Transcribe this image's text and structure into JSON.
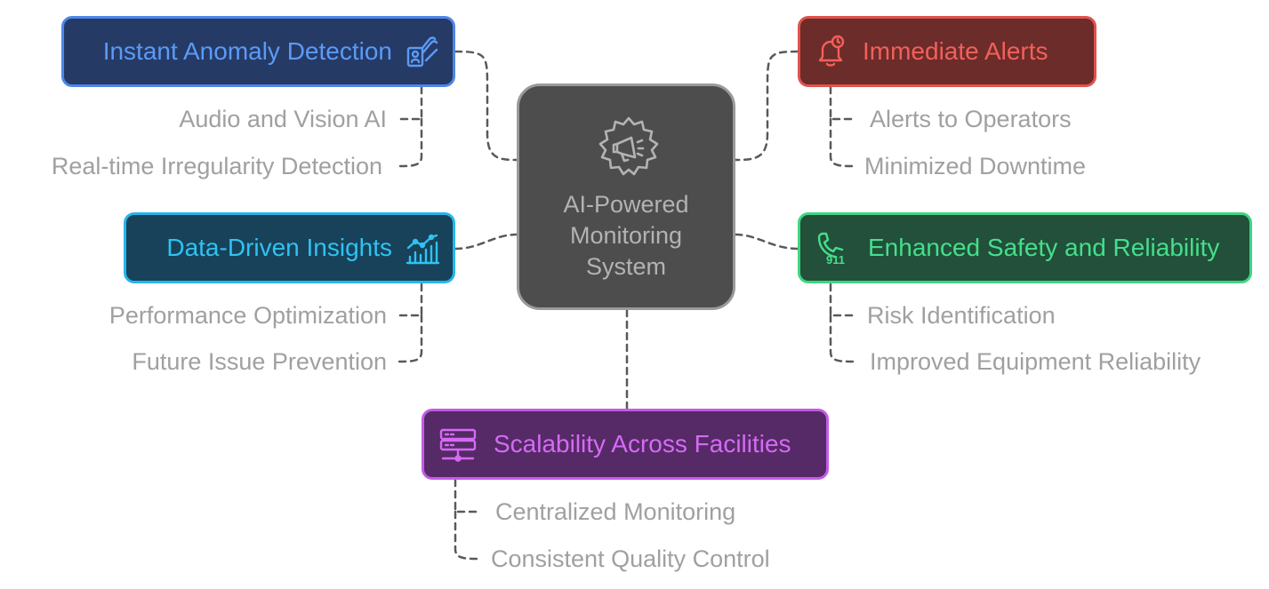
{
  "colors": {
    "connector": "#595959",
    "subtext": "#a0a0a0"
  },
  "center": {
    "title": "AI-Powered\nMonitoring\nSystem",
    "icon": "gear-megaphone-icon"
  },
  "topics": {
    "anomaly": {
      "label": "Instant Anomaly Detection",
      "icon": "hand-badge-icon",
      "fill": "#263a66",
      "border": "#4f86e8",
      "text": "#5a9bf6",
      "items": [
        "Audio and Vision AI",
        "Real-time Irregularity Detection"
      ]
    },
    "insights": {
      "label": "Data-Driven Insights",
      "icon": "chart-growth-icon",
      "fill": "#174259",
      "border": "#27b5ea",
      "text": "#2fc2f2",
      "items": [
        "Performance Optimization",
        "Future Issue Prevention"
      ]
    },
    "alerts": {
      "label": "Immediate Alerts",
      "icon": "alarm-bell-icon",
      "fill": "#6b2c2a",
      "border": "#e0524c",
      "text": "#f2605a",
      "items": [
        "Alerts to Operators",
        "Minimized Downtime"
      ]
    },
    "safety": {
      "label": "Enhanced Safety and Reliability",
      "icon": "phone-911-icon",
      "fill": "#22503a",
      "border": "#3ed583",
      "text": "#45df8c",
      "items": [
        "Risk Identification",
        "Improved Equipment Reliability"
      ]
    },
    "scalability": {
      "label": "Scalability Across Facilities",
      "icon": "server-network-icon",
      "fill": "#552a66",
      "border": "#c25ce6",
      "text": "#d56af5",
      "items": [
        "Centralized Monitoring",
        "Consistent Quality Control"
      ]
    }
  }
}
